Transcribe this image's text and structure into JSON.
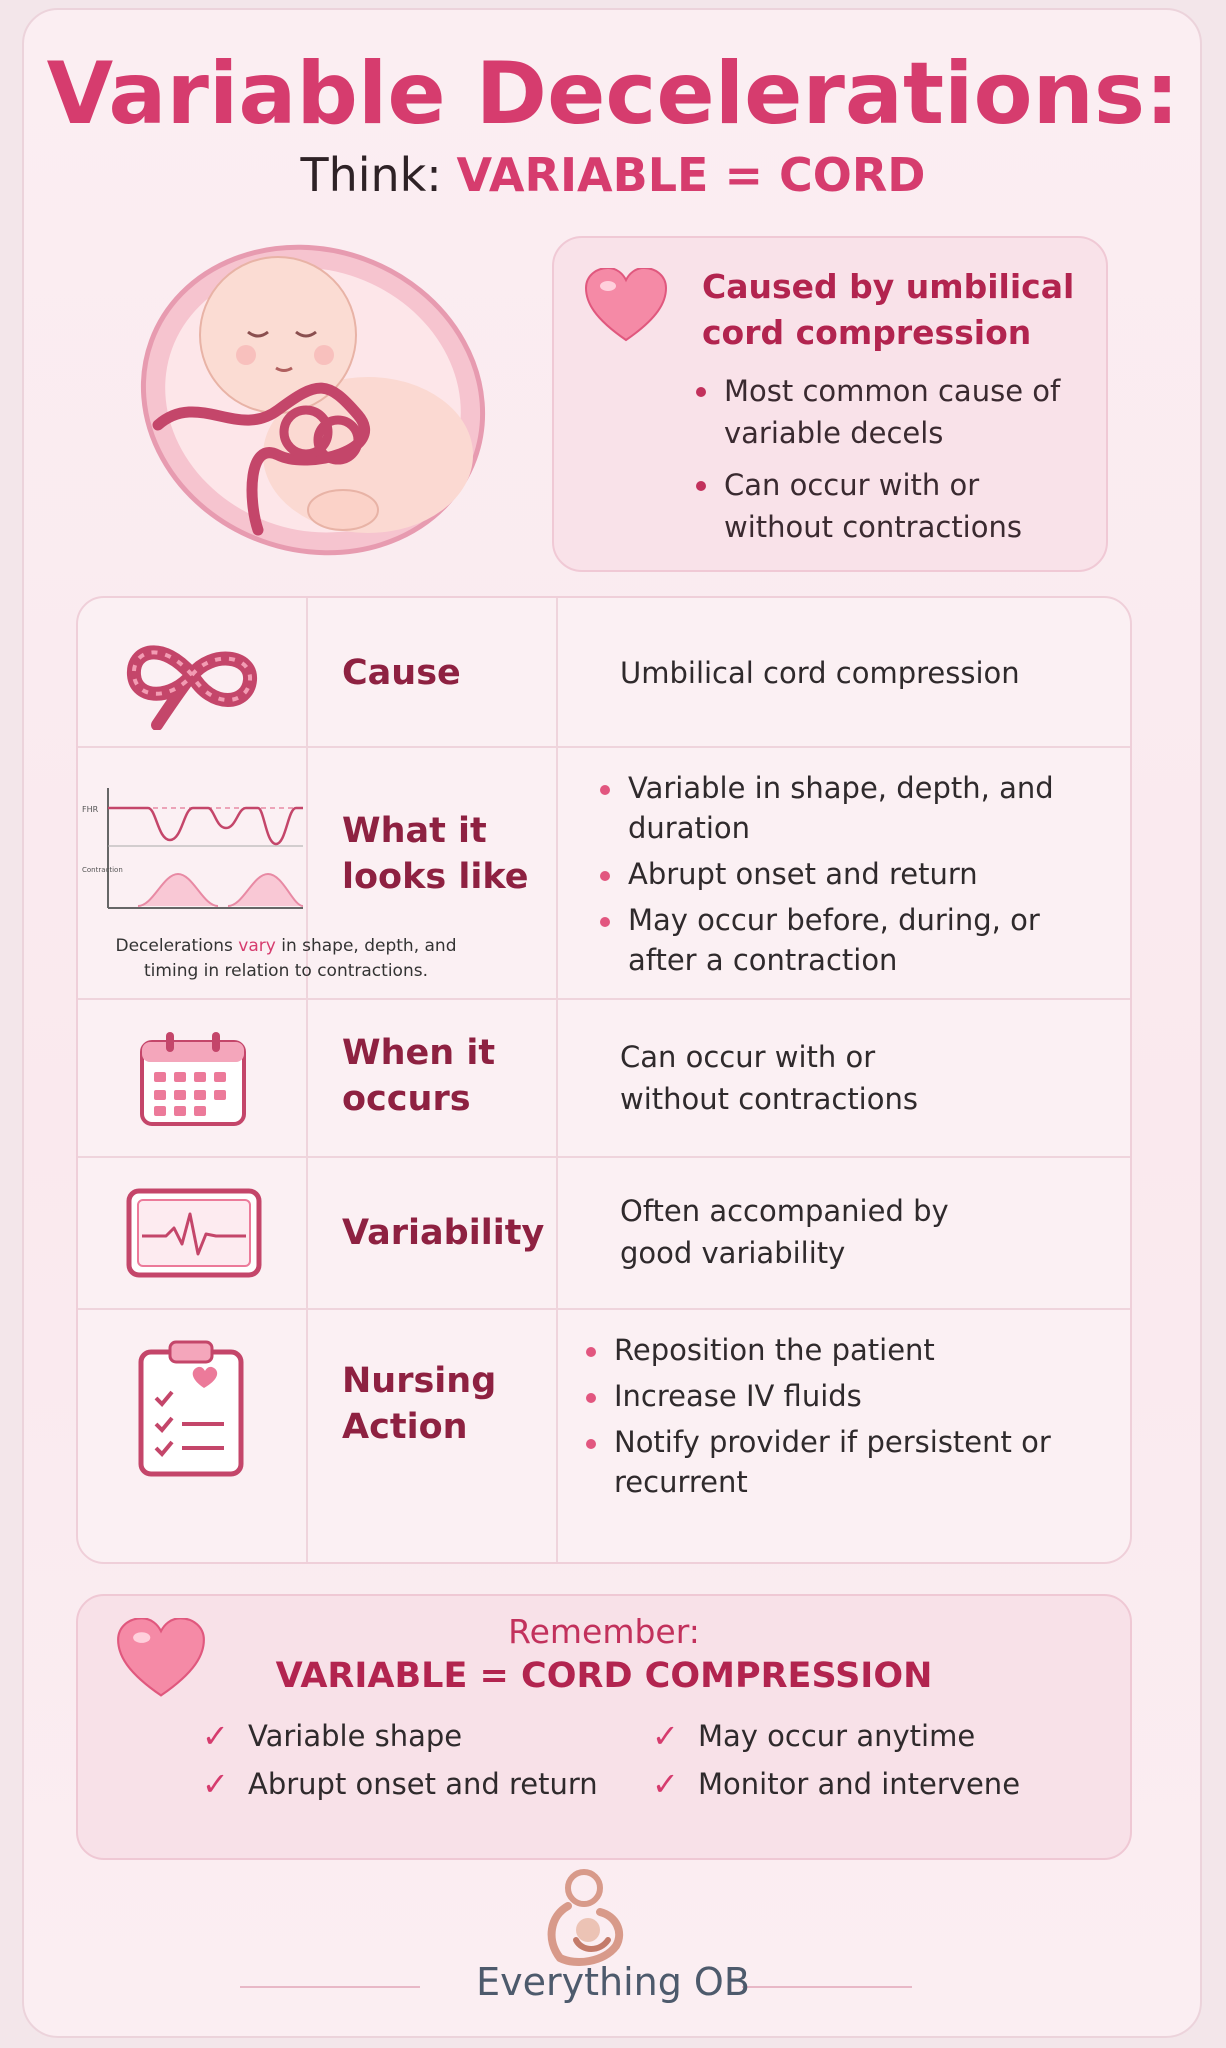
{
  "title": "Variable Decelerations:",
  "subtitle": {
    "lead": "Think:",
    "accent": "VARIABLE = CORD"
  },
  "cause_box": {
    "heading": "Caused by umbilical cord compression",
    "bullets": [
      "Most common cause of variable decels",
      "Can occur with or without contractions"
    ]
  },
  "graph": {
    "fhr_label": "FHR",
    "contraction_label": "Contraction",
    "caption_before": "Decelerations ",
    "caption_accent": "vary",
    "caption_after": " in shape, depth, and timing in relation to contractions."
  },
  "table": {
    "rows": [
      {
        "label": "Cause",
        "value": "Umbilical cord compression"
      },
      {
        "label": "What it looks like",
        "bullets": [
          "Variable in shape, depth, and duration",
          "Abrupt onset and return",
          "May occur before, during, or after a contraction"
        ]
      },
      {
        "label": "When it occurs",
        "value": "Can occur with or without contractions"
      },
      {
        "label": "Variability",
        "value": "Often accompanied by good variability"
      },
      {
        "label": "Nursing Action",
        "bullets": [
          "Reposition the patient",
          "Increase IV fluids",
          "Notify provider if persistent or recurrent"
        ]
      }
    ]
  },
  "remember": {
    "line1": "Remember:",
    "line2": "VARIABLE = CORD COMPRESSION",
    "left": [
      "Variable shape",
      "Abrupt onset and return"
    ],
    "right": [
      "May occur anytime",
      "Monitor and intervene"
    ]
  },
  "icons": {
    "heart": "heart-icon",
    "cord": "umbilical-cord-icon",
    "calendar": "calendar-icon",
    "monitor": "heart-monitor-icon",
    "clipboard": "clipboard-checklist-icon",
    "check": "checkmark-icon"
  },
  "colors": {
    "accent": "#d63c6e",
    "dark_accent": "#8e2141",
    "background": "#fbeef2"
  },
  "footer": {
    "brand": "Everything OB"
  }
}
